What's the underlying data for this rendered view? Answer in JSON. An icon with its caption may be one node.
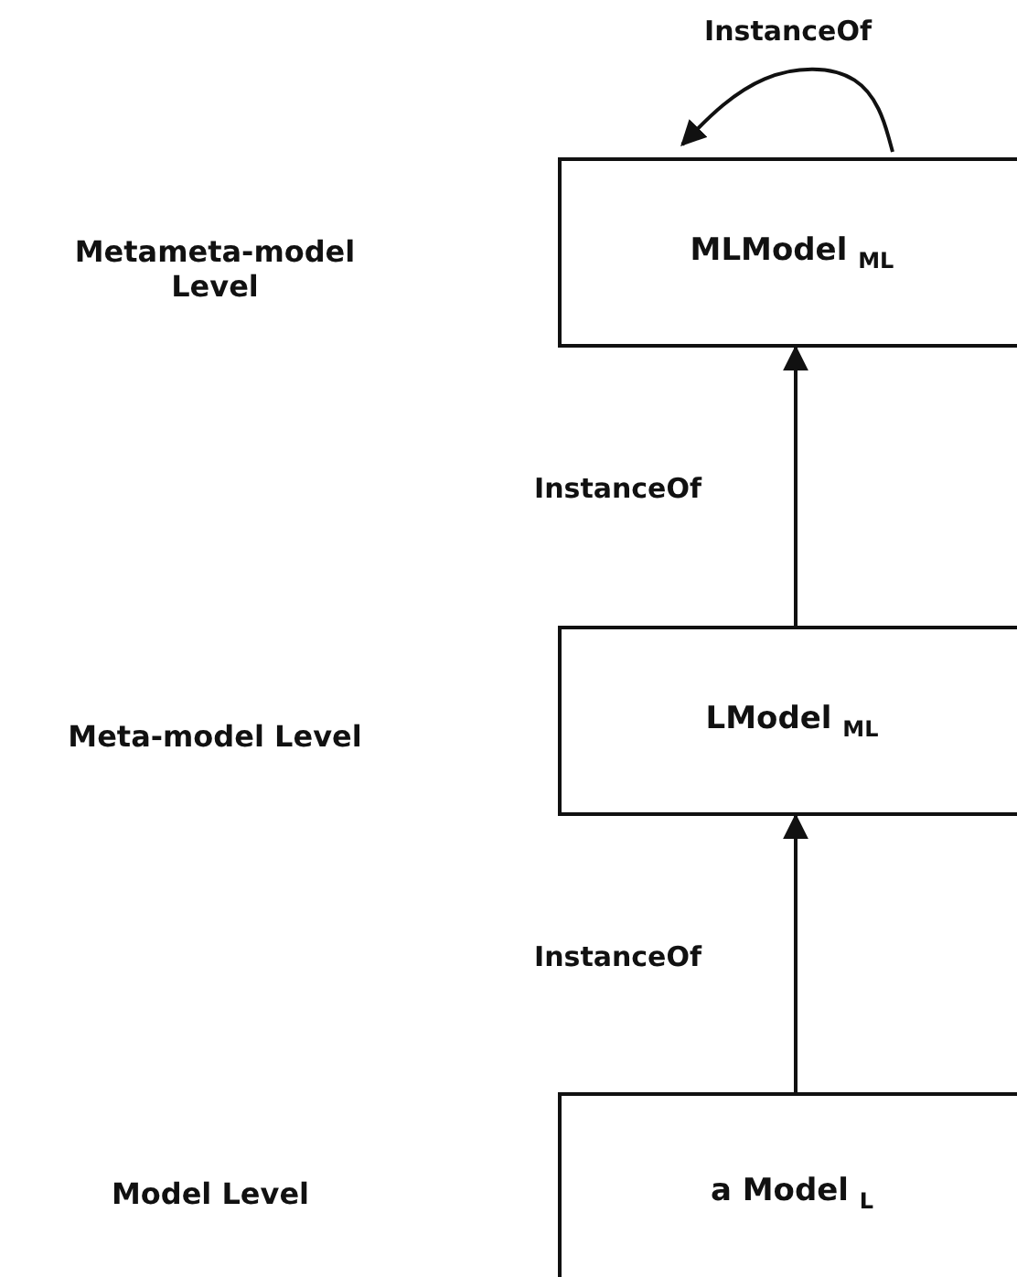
{
  "diagram": {
    "nodes": [
      {
        "text": [
          "MLModel $_{ML}$"
        ]
      },
      {
        "text": [
          "LModel $_{ML}$"
        ]
      },
      {
        "text": [
          "a Model $_{L}$"
        ]
      }
    ],
    "edges": [
      {
        "from": 0,
        "to": 0,
        "arrow": "to",
        "label": "InstanceOf"
      },
      {
        "from": 1,
        "to": 0,
        "arrow": "to",
        "label": "InstanceOf"
      },
      {
        "from": 2,
        "to": 1,
        "arrow": "to",
        "label": "InstanceOf"
      }
    ],
    "labels": [
      "Metameta-model Level",
      "Meta-model Level",
      "Model Level"
    ]
  }
}
